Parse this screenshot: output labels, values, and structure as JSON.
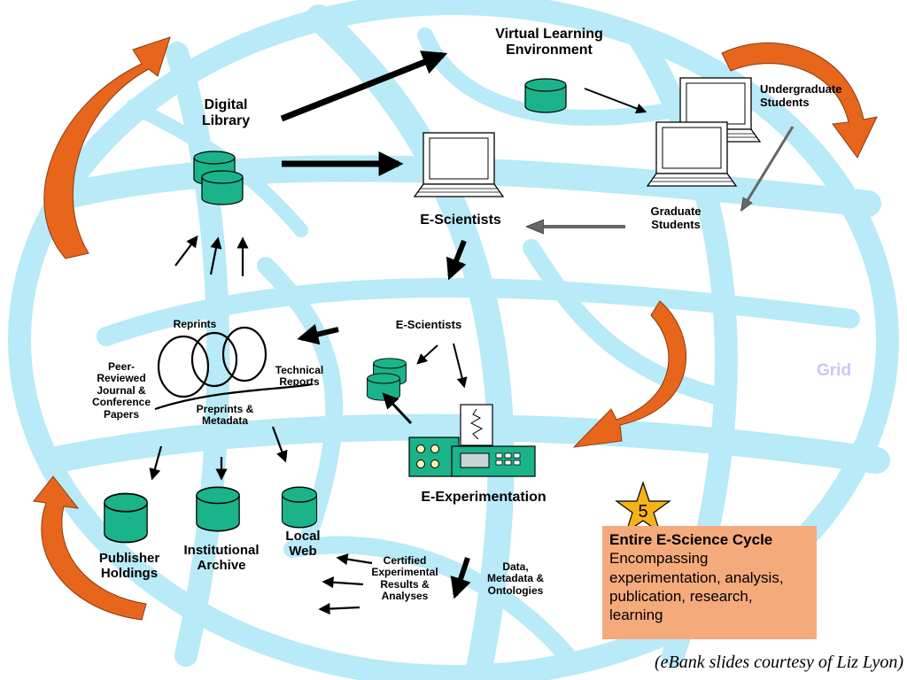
{
  "labels": {
    "vle": "Virtual Learning\nEnvironment",
    "digital_library": "Digital\nLibrary",
    "undergraduate": "Undergraduate\nStudents",
    "graduate": "Graduate\nStudents",
    "escientists_top": "E-Scientists",
    "escientists_mid": "E-Scientists",
    "reprints": "Reprints",
    "peer_reviewed": "Peer-\nReviewed\nJournal &\nConference\nPapers",
    "technical_reports": "Technical\nReports",
    "preprints": "Preprints &\nMetadata",
    "grid": "Grid",
    "eexperimentation": "E-Experimentation",
    "publisher": "Publisher\nHoldings",
    "institutional": "Institutional\nArchive",
    "local_web": "Local\nWeb",
    "certified": "Certified\nExperimental\nResults &\nAnalyses",
    "data_meta": "Data,\nMetadata &\nOntologies"
  },
  "step_badge": "5",
  "cycle": {
    "title": "Entire E-Science Cycle",
    "body": "Encompassing experimentation, analysis, publication, research, learning"
  },
  "credit": "(eBank slides courtesy of Liz Lyon)",
  "colors": {
    "globe": "#b8eaf8",
    "cylinder": "#1ab38a",
    "cycle_arrow": "#e8661c",
    "box": "#f5aa7c",
    "star": "#f6b21a"
  }
}
